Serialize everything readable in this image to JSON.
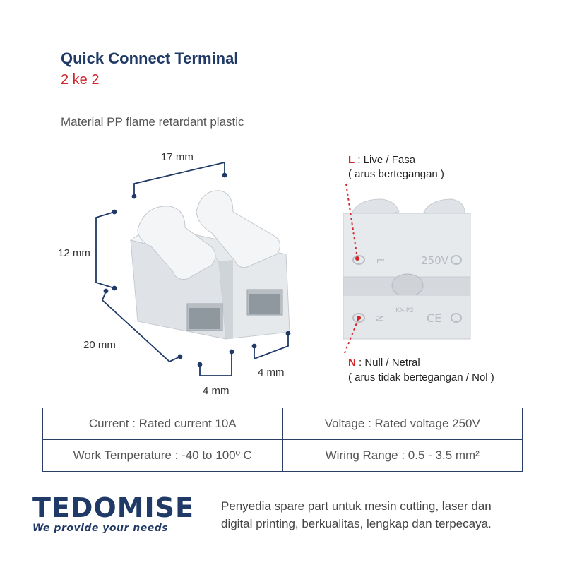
{
  "header": {
    "title": "Quick Connect Terminal",
    "subtitle": "2 ke 2",
    "material": "Material PP flame retardant plastic"
  },
  "dimensions": {
    "width_top": "17 mm",
    "height_left": "12 mm",
    "depth": "20 mm",
    "slot_front": "4 mm",
    "slot_side": "4 mm"
  },
  "product_markings": {
    "top_label": "250V",
    "model": "KX-P2",
    "cert": "CE"
  },
  "legend": {
    "live_key": "L",
    "live_text": ": Live / Fasa",
    "live_note": "( arus bertegangan )",
    "null_key": "N",
    "null_text": ": Null / Netral",
    "null_note": "( arus tidak bertegangan / Nol )"
  },
  "specs": {
    "current": "Current : Rated current 10A",
    "voltage": "Voltage : Rated voltage 250V",
    "temperature": "Work Temperature : -40 to 100º C",
    "wiring": "Wiring Range : 0.5 - 3.5 mm²"
  },
  "brand": {
    "name": "TEDOMISE",
    "slogan": "We provide your needs",
    "tagline_1": "Penyedia spare part untuk mesin cutting, laser dan",
    "tagline_2": "digital printing, berkualitas, lengkap dan terpecaya."
  },
  "colors": {
    "navy": "#1f3a66",
    "red": "#d0262a",
    "plastic": "#e9ecef"
  }
}
